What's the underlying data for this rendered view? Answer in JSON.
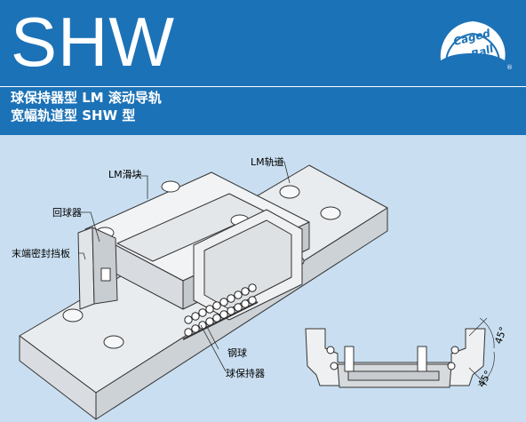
{
  "header": {
    "title": "SHW",
    "subtitle_line1": "球保持器型 LM 滚动导轨",
    "subtitle_line2": "宽幅轨道型 SHW 型",
    "logo_text": "Caged Ball",
    "logo_mark": "®"
  },
  "labels": {
    "block": "LM滑块",
    "rail": "LM轨道",
    "return_plate": "回球器",
    "end_seal": "末端密封挡板",
    "steel_ball": "钢球",
    "ball_cage": "球保持器",
    "angle_top": "45°",
    "angle_bottom": "45°"
  },
  "colors": {
    "header_bg": "#1c72b7",
    "diagram_bg": "#c9dff1",
    "part_fill": "#eef0f2",
    "part_shade": "#cfd3d7",
    "outline": "#333333"
  }
}
